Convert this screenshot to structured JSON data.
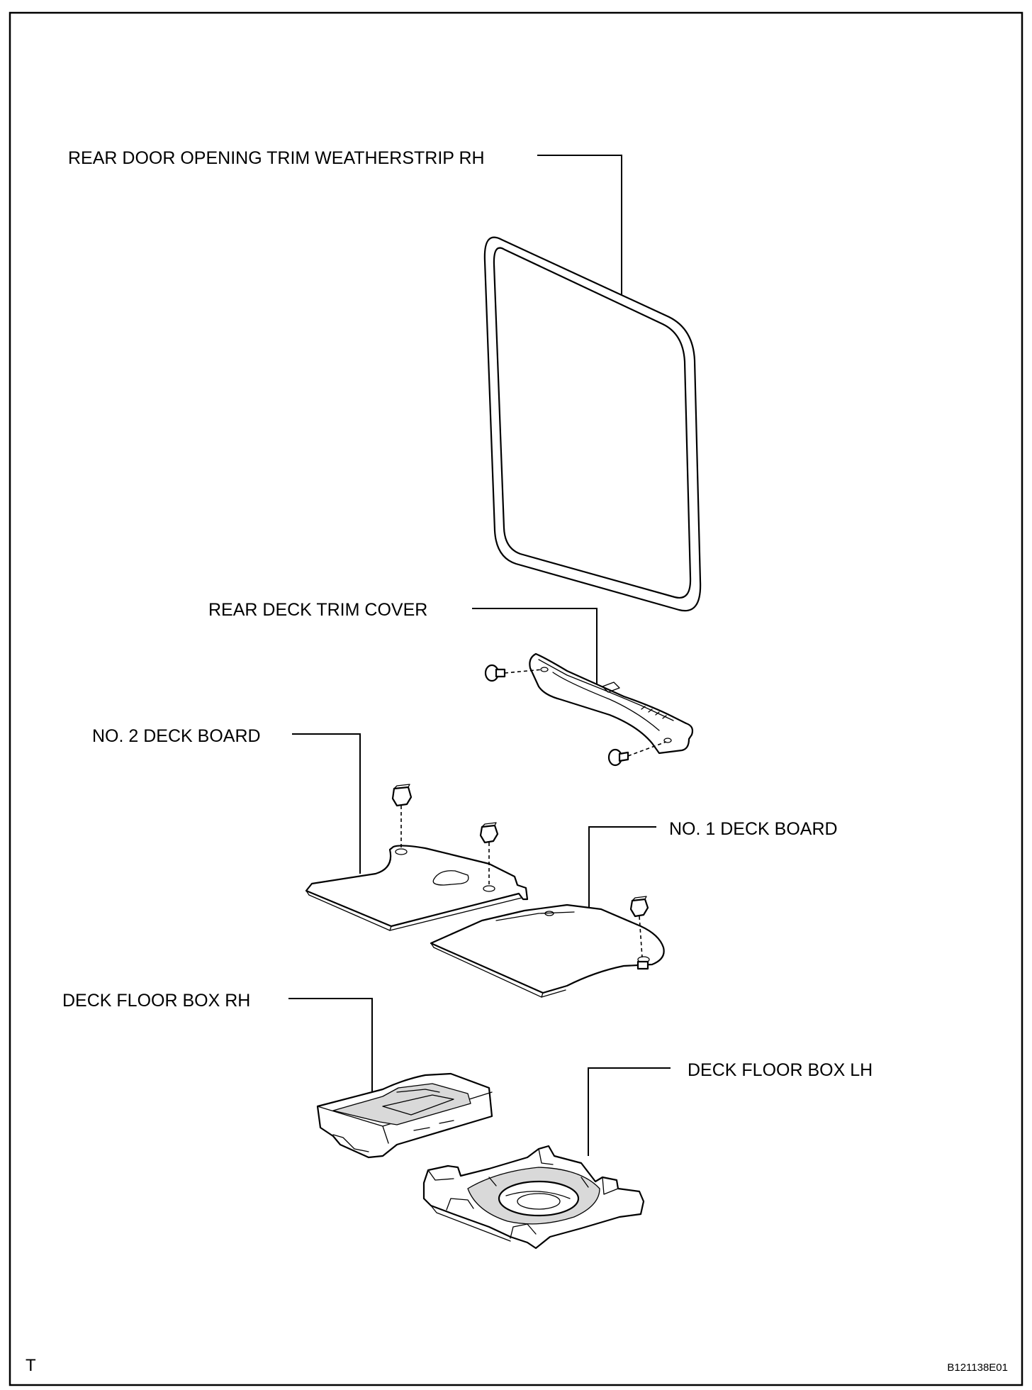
{
  "labels": {
    "weatherstrip": "REAR DOOR OPENING TRIM WEATHERSTRIP RH",
    "trim_cover": "REAR DECK TRIM COVER",
    "deck_board_2": "NO. 2 DECK BOARD",
    "deck_board_1": "NO. 1 DECK BOARD",
    "floor_box_rh": "DECK FLOOR BOX RH",
    "floor_box_lh": "DECK FLOOR BOX LH"
  },
  "corner": {
    "left_code": "T",
    "figure_id": "B121138E01"
  },
  "icons": [
    "clip-icon",
    "pushpin-icon"
  ]
}
